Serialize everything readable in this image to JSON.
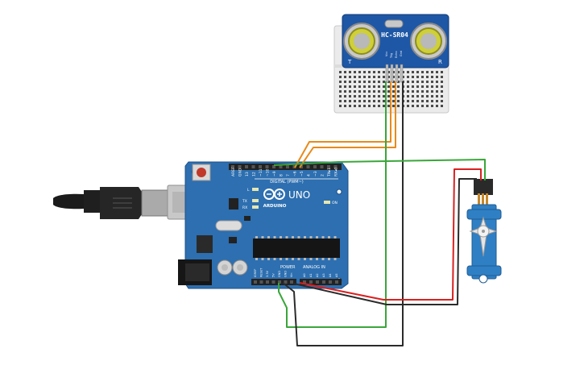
{
  "sensor": {
    "model": "HC-SR04",
    "left_label": "T",
    "right_label": "R",
    "pin_labels": [
      "Vcc",
      "Trig",
      "Echo",
      "Gnd"
    ]
  },
  "arduino": {
    "model": "UNO",
    "brand": "ARDUINO",
    "digital_header": "DIGITAL (PWM~)",
    "tx_label": "TX",
    "rx_label": "RX",
    "l_label": "L",
    "on_label": "ON",
    "power_label": "POWER",
    "analog_label": "ANALOG IN",
    "digital_pins": [
      "AREF",
      "GND",
      "13",
      "12",
      "~11",
      "~10",
      "~9",
      "8",
      "7",
      "~6",
      "~5",
      "4",
      "~3",
      "2",
      "TX▸1",
      "RX◂0"
    ],
    "power_pins": [
      "IOREF",
      "RESET",
      "3.3V",
      "5V",
      "GND",
      "GND",
      "Vin"
    ],
    "analog_pins": [
      "A0",
      "A1",
      "A2",
      "A3",
      "A4",
      "A5"
    ]
  },
  "wires": {
    "colors": {
      "green": "#3aa63a",
      "orange": "#e88a1a",
      "black": "#2b2b2b",
      "red": "#d92020"
    }
  },
  "colors": {
    "board": "#2d6fb0",
    "sensor": "#1e57a6",
    "servo": "#2f7fc4",
    "breadboard": "#ececec"
  }
}
